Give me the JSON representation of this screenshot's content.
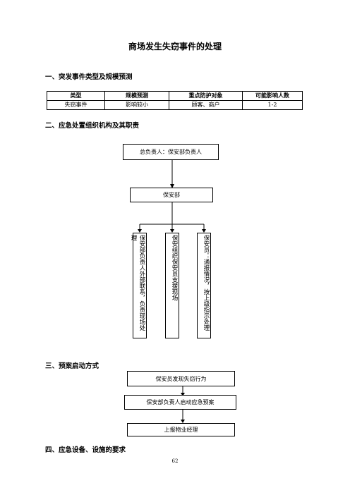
{
  "title": "商场发生失窃事件的处理",
  "sections": {
    "s1": "一、突发事件类型及规模预测",
    "s2": "二、应急处置组织机构及其职责",
    "s3": "三、预案启动方式",
    "s4": "四、应急设备、设施的要求"
  },
  "event_table": {
    "headers": [
      "类型",
      "规模预测",
      "重点防护对象",
      "可能影响人数"
    ],
    "row": [
      "失窃事件",
      "影响较小",
      "顾客、商户",
      "1-2"
    ]
  },
  "org_chart": {
    "top": "总负责人：保安部负责人",
    "middle": "保安部",
    "duties": [
      "保安部负责人外部联系，负责现场处理",
      "保安组织保安员支援现场",
      "保安员：通报情况，按上级指示处理"
    ]
  },
  "flow": {
    "step1": "保安员发现失窃行为",
    "step2": "保安部负责人启动应急预案",
    "step3": "上报物业经理"
  },
  "page_number": "62"
}
